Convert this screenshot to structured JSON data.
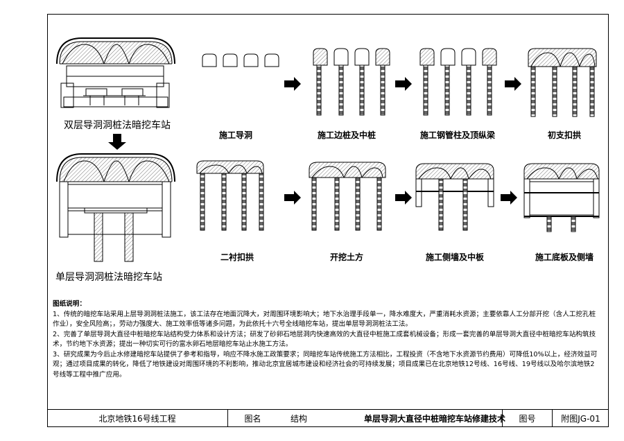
{
  "station_labels": {
    "double": "双层导洞洞桩法暗挖车站",
    "single": "单层导洞洞桩法暗挖车站"
  },
  "steps": [
    "施工导洞",
    "施工边桩及中桩",
    "施工钢管柱及顶纵梁",
    "初支扣拱",
    "二衬扣拱",
    "开挖土方",
    "施工侧墙及中板",
    "施工底板及侧墙"
  ],
  "notes": {
    "heading": "图纸说明：",
    "items": [
      "1、传统的暗挖车站采用上层导洞洞桩法施工，该工法存在地面沉降大，对周围环境影响大；地下水治理手段单一，降水难度大，严重消耗水资源；主要依靠人工分部开挖（含人工挖孔桩作业），安全风险高；，劳动力强度大、施工效率低等诸多问题，为此依托十六号全线暗挖车站，提出单层导洞洞桩法工法。",
      "2、完善了单层导洞大直径中桩暗挖车站结构受力体系和设计方法；研发了砂卵石地层洞内快速高效的大直径中桩施工成套机械设备；形成一套完善的单层导洞大直径中桩暗挖车站构筑技术，节约地下水资源；提出一种切实可行的富水卵石地层暗挖车站止水施工方法。",
      "3、研究成果为今后止水修建暗挖车站提供了参考和指导，响应不降水施工政策要求；同暗挖车站传统施工方法相比，工程投资（不含地下水资源节约费用）可降低10%以上，经济效益可观；通过项目成果的转化，降低了地铁建设对周围环境的不利影响，推动北京宜居城市建设和经济社会的可持续发展；项目成果已在北京地铁12号线、16号线、19号线以及哈尔滨地铁2号线等工程中推广应用。"
    ]
  },
  "title_block": {
    "project": "北京地铁16号线工程",
    "drawing_name_label": "图名",
    "discipline": "结构",
    "drawing_title": "单层导洞大直径中桩暗挖车站修建技术",
    "drawing_no_label": "图号",
    "drawing_no": "附图JG-01"
  },
  "colors": {
    "line": "#000000",
    "hatch": "#9a9a9a",
    "pile": "#8a8a8a"
  }
}
